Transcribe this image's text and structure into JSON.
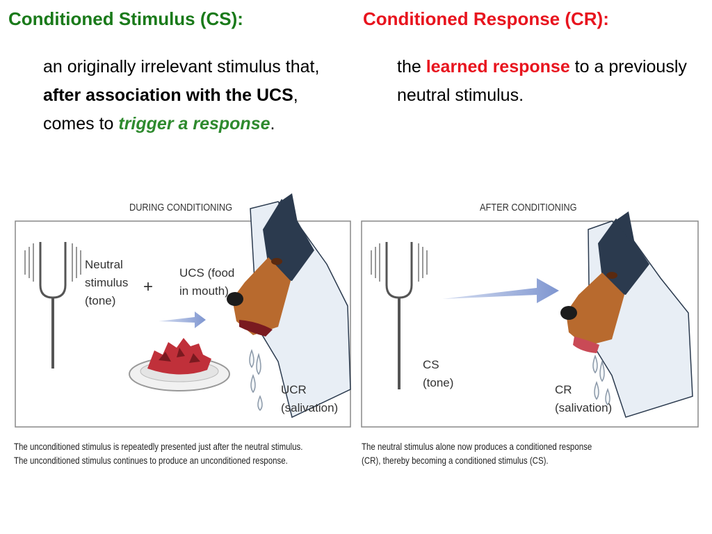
{
  "cs": {
    "heading": "Conditioned Stimulus (CS):",
    "def_part1": "an originally irrelevant stimulus that, ",
    "def_bold": "after association with the UCS",
    "def_part2": ", comes to ",
    "def_green": "trigger a response",
    "def_part3": "."
  },
  "cr": {
    "heading": "Conditioned Response (CR):",
    "def_part1": "the ",
    "def_red": "learned response",
    "def_part2": " to a previously neutral stimulus."
  },
  "during": {
    "title": "DURING CONDITIONING",
    "neutral_label": [
      "Neutral",
      "stimulus",
      "(tone)"
    ],
    "plus": "+",
    "ucs_label": [
      "UCS (food",
      "in mouth)"
    ],
    "ucr_label": [
      "UCR",
      "(salivation)"
    ],
    "caption": [
      "The unconditioned stimulus is repeatedly presented just after the neutral stimulus.",
      "The unconditioned stimulus continues to produce an unconditioned response."
    ]
  },
  "after": {
    "title": "AFTER CONDITIONING",
    "cs_label": [
      "CS",
      "(tone)"
    ],
    "cr_label": [
      "CR",
      "(salivation)"
    ],
    "caption": [
      "The neutral stimulus alone now produces a conditioned response",
      "(CR), thereby becoming a conditioned stimulus (CS)."
    ]
  },
  "colors": {
    "cs_heading": "#1a7a1a",
    "cr_heading": "#e8141e",
    "emphasis_green": "#2e8a2e",
    "emphasis_red": "#e8141e",
    "arrow": "#8fa4d6",
    "dog_dark": "#2b3a4e",
    "dog_tan": "#b86a2e"
  }
}
